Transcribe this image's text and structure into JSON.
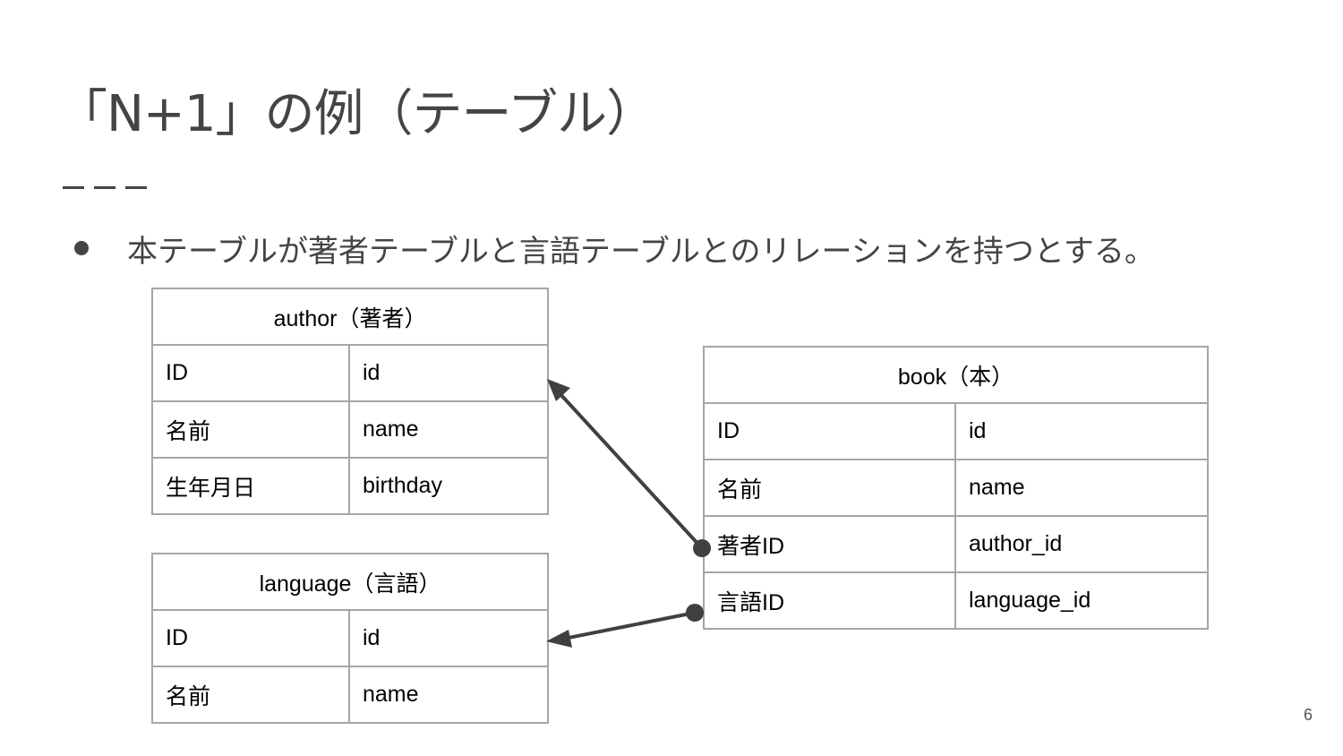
{
  "slide": {
    "title": "「N+1」の例（テーブル）",
    "bullet": "本テーブルが著者テーブルと言語テーブルとのリレーションを持つとする。",
    "page_number": "6"
  },
  "tables": {
    "author": {
      "header": "author（著者）",
      "rows": [
        {
          "label": "ID",
          "column": "id"
        },
        {
          "label": "名前",
          "column": "name"
        },
        {
          "label": "生年月日",
          "column": "birthday"
        }
      ]
    },
    "language": {
      "header": "language（言語）",
      "rows": [
        {
          "label": "ID",
          "column": "id"
        },
        {
          "label": "名前",
          "column": "name"
        }
      ]
    },
    "book": {
      "header": "book（本）",
      "rows": [
        {
          "label": "ID",
          "column": "id"
        },
        {
          "label": "名前",
          "column": "name"
        },
        {
          "label": "著者ID",
          "column": "author_id"
        },
        {
          "label": "言語ID",
          "column": "language_id"
        }
      ]
    }
  },
  "relations": [
    {
      "from": "book.著者ID",
      "to": "author.id"
    },
    {
      "from": "book.言語ID",
      "to": "language.id"
    }
  ],
  "colors": {
    "text": "#444444",
    "table_border": "#a6a6a6",
    "connector": "#404040"
  }
}
